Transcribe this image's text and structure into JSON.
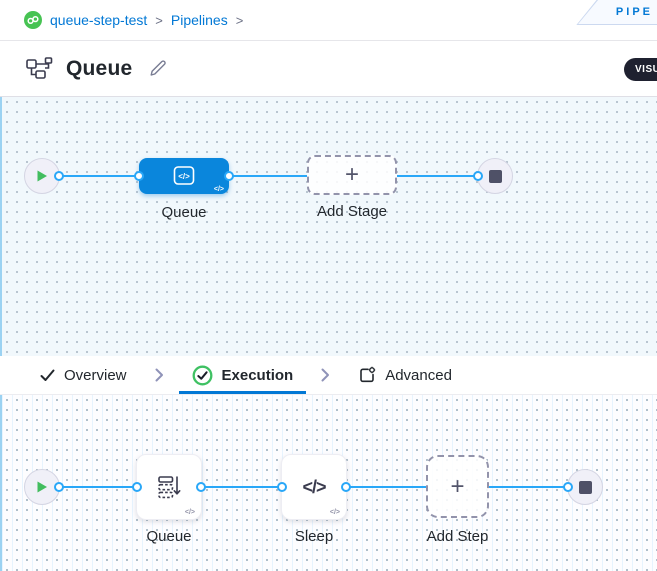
{
  "breadcrumb": {
    "project": "queue-step-test",
    "separator1": ">",
    "pipelines": "Pipelines",
    "separator2": ">"
  },
  "studio_badge": {
    "label": "PIPE"
  },
  "header": {
    "title": "Queue",
    "view_toggle_label": "VISU"
  },
  "stage_canvas": {
    "stage_label": "Queue",
    "add_stage_label": "Add Stage",
    "plus": "+"
  },
  "tabs": [
    {
      "label": "Overview",
      "state": "complete"
    },
    {
      "label": "Execution",
      "state": "active"
    },
    {
      "label": "Advanced",
      "state": "default"
    }
  ],
  "execution_canvas": {
    "step_queue_label": "Queue",
    "step_sleep_label": "Sleep",
    "add_step_label": "Add Step",
    "plus": "+"
  },
  "icons": {
    "code_glyph": "</>"
  },
  "colors": {
    "accent_blue": "#0278d5",
    "stage_blue": "#0a86dc",
    "edge_cyan": "#29a7f8",
    "success_green": "#3fc163",
    "dark_text": "#22272d",
    "toggle_dark": "#1f2130"
  }
}
